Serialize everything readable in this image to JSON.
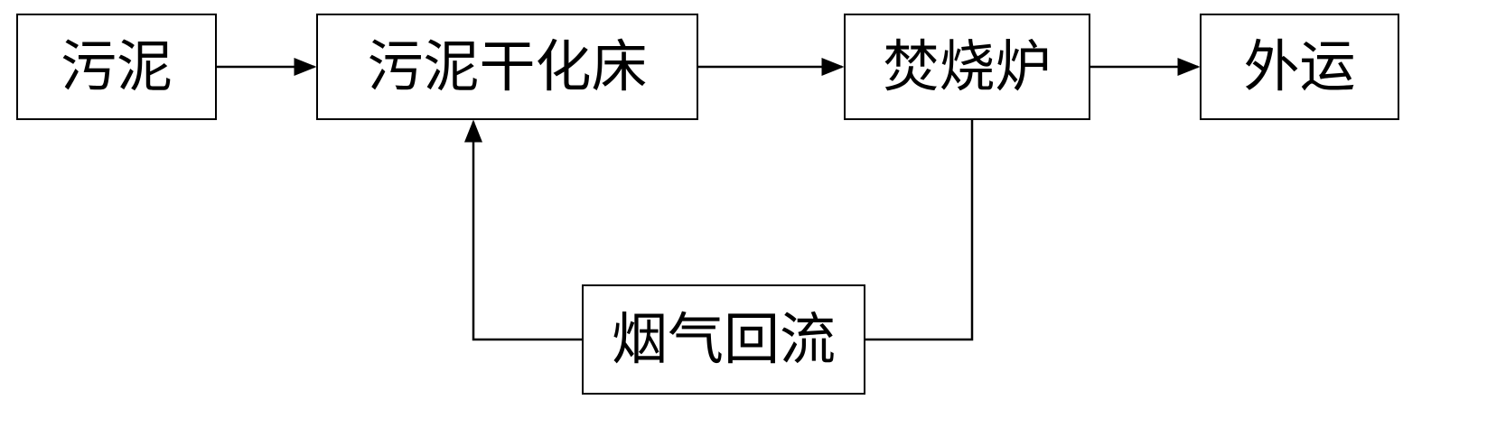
{
  "diagram": {
    "nodes": {
      "sludge": "污泥",
      "dryer": "污泥干化床",
      "furnace": "焚烧炉",
      "transport": "外运",
      "flue_gas_return": "烟气回流"
    },
    "edges": [
      {
        "from": "sludge",
        "to": "dryer"
      },
      {
        "from": "dryer",
        "to": "furnace"
      },
      {
        "from": "furnace",
        "to": "transport"
      },
      {
        "from": "furnace",
        "to": "flue_gas_return"
      },
      {
        "from": "flue_gas_return",
        "to": "dryer"
      }
    ],
    "colors": {
      "line": "#000000",
      "background": "#ffffff"
    }
  }
}
